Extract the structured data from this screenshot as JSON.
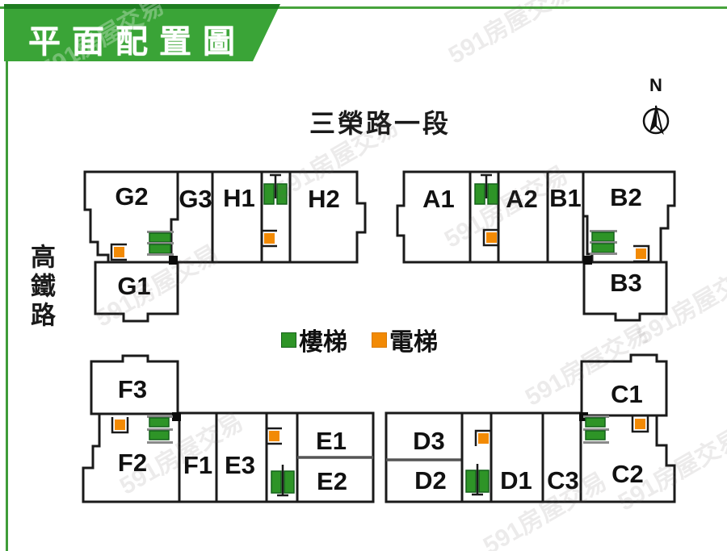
{
  "header": {
    "title": "平面配置圖"
  },
  "streets": {
    "top": "三榮路一段",
    "left": "高鐵路"
  },
  "legend": {
    "stairs": "樓梯",
    "elevator": "電梯"
  },
  "compass": {
    "label": "N"
  },
  "watermark": {
    "text": "591房屋交易"
  },
  "colors": {
    "banner_green": "#3aa437",
    "frame_green": "#46a33c",
    "stair_green": "#2e9427",
    "elevator_orange": "#f28a05",
    "wall_black": "#1a1a1a"
  },
  "plan": {
    "units": [
      {
        "id": "G2",
        "label": "G2"
      },
      {
        "id": "G3",
        "label": "G3"
      },
      {
        "id": "H1",
        "label": "H1"
      },
      {
        "id": "H2",
        "label": "H2"
      },
      {
        "id": "G1",
        "label": "G1"
      },
      {
        "id": "A1",
        "label": "A1"
      },
      {
        "id": "A2",
        "label": "A2"
      },
      {
        "id": "B1",
        "label": "B1"
      },
      {
        "id": "B2",
        "label": "B2"
      },
      {
        "id": "B3",
        "label": "B3"
      },
      {
        "id": "F3",
        "label": "F3"
      },
      {
        "id": "F2",
        "label": "F2"
      },
      {
        "id": "F1",
        "label": "F1"
      },
      {
        "id": "E3",
        "label": "E3"
      },
      {
        "id": "E1",
        "label": "E1"
      },
      {
        "id": "E2",
        "label": "E2"
      },
      {
        "id": "D3",
        "label": "D3"
      },
      {
        "id": "D2",
        "label": "D2"
      },
      {
        "id": "D1",
        "label": "D1"
      },
      {
        "id": "C3",
        "label": "C3"
      },
      {
        "id": "C1",
        "label": "C1"
      },
      {
        "id": "C2",
        "label": "C2"
      }
    ]
  }
}
